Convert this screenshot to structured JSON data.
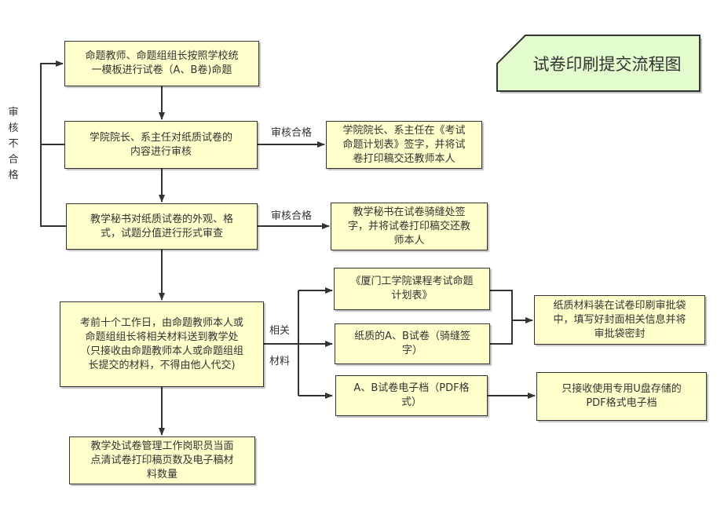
{
  "title": "试卷印刷提交流程图",
  "colors": {
    "node_fill": "#ffffcc",
    "title_fill": "#e3fccd",
    "stroke": "#333333"
  },
  "nodes": {
    "n1": "命题教师、命题组组长按照学校统\n一模板进行试卷（A、B卷)命题",
    "n2": "学院院长、系主任对纸质试卷的\n内容进行审核",
    "n2r": "学院院长、系主任在《考试\n命题计划表》签字，并将试\n卷打印稿交还教师本人",
    "n3": "教学秘书对纸质试卷的外观、格\n式，试题分值进行形式审查",
    "n3r": "教学秘书在试卷骑缝处签\n字，并将试卷打印稿交还教\n师本人",
    "n4": "考前十个工作日，由命题教师本人或\n命题组组长将相关材料送到教学处\n（只接收由命题教师本人或命题组组\n长提交的材料，不得由他人代交)",
    "m1": "《厦门工学院课程考试命题\n计划表》",
    "m2": "纸质的A、B试卷（骑缝签\n字）",
    "m3": "A、B试卷电子档（PDF格\n式）",
    "r1": "纸质材料装在试卷印刷审批袋\n中，填写好封面相关信息并将\n审批袋密封",
    "r2": "只接收使用专用U盘存储的\nPDF格式电子档",
    "n5": "教学处试卷管理工作岗职员当面\n点清试卷打印稿页数及电子稿材\n料数量"
  },
  "edge_labels": {
    "approve_1": "审核合格",
    "approve_2": "审核合格",
    "materials_top": "相关",
    "materials_bottom": "材料",
    "reject_chars": [
      "审",
      "核",
      "不",
      "合",
      "格"
    ]
  }
}
